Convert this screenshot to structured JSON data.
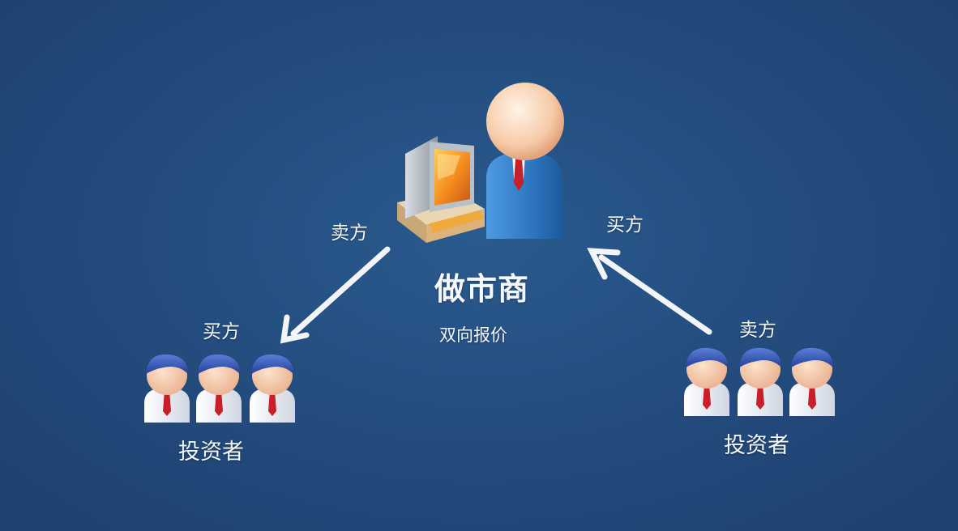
{
  "center": {
    "title": "做市商",
    "subtitle": "双向报价"
  },
  "arrows": {
    "left_label": "卖方",
    "right_label": "买方"
  },
  "left_group": {
    "role": "买方",
    "name": "投资者"
  },
  "right_group": {
    "role": "卖方",
    "name": "投资者"
  },
  "colors": {
    "background": "#234d7f",
    "arrow": "#f2f4f8",
    "suit": "#2f79c4",
    "tie": "#c8202a",
    "skin": "#f7cfb0",
    "monitor_screen": "#f28a1c"
  }
}
